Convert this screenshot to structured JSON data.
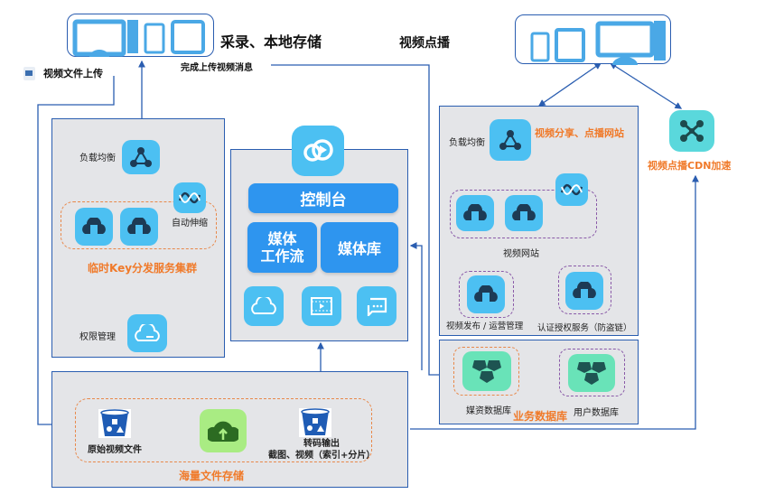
{
  "top": {
    "capture_title": "采录、本地存储",
    "vod_title": "视频点播",
    "upload_label": "视频文件上传",
    "upload_done_label": "完成上传视频消息"
  },
  "key_cluster": {
    "load_balance_label": "负载均衡",
    "autoscale_label": "自动伸缩",
    "cluster_title": "临时Key分发服务集群",
    "permission_label": "权限管理"
  },
  "console": {
    "console_label": "控制台",
    "workflow_label": "媒体\n工作流",
    "library_label": "媒体库"
  },
  "website": {
    "load_balance_label": "负载均衡",
    "title": "视频分享、点播网站",
    "site_label": "视频网站",
    "publish_label": "视频发布 / 运营管理",
    "auth_label": "认证授权服务（防盗链）"
  },
  "cdn": {
    "label": "视频点播CDN加速"
  },
  "database": {
    "media_db_label": "媒资数据库",
    "user_db_label": "用户数据库",
    "title": "业务数据库"
  },
  "storage": {
    "raw_label": "原始视频文件",
    "output_label": "转码输出",
    "output_detail": "截图、视频（索引+分片）",
    "title": "海量文件存储"
  },
  "colors": {
    "panel_border": "#2a5db0",
    "tile_blue": "#4cc0f2",
    "accent_orange": "#f07a2a",
    "button_blue": "#2e95ef"
  }
}
